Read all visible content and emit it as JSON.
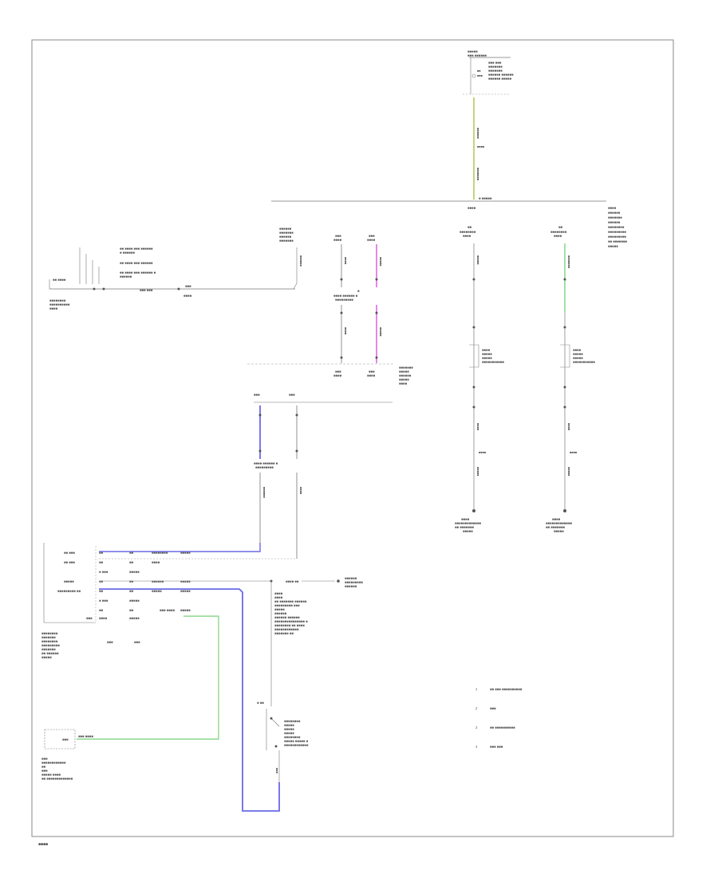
{
  "footer_code": "■■■■",
  "legend": [
    {
      "num": "1",
      "text": "■■ ■■■ ■■■■■■■■■■"
    },
    {
      "num": "2",
      "text": "■■■"
    },
    {
      "num": "3",
      "text": "■■ ■■■■■■■■■■"
    },
    {
      "num": "4",
      "text": "■■■ ■■■"
    }
  ],
  "wire_colors": {
    "yellow_green": "#d4e88a",
    "pink": "#e07de0",
    "blue": "#6a6ae8",
    "green": "#8cd88c",
    "black": "#333333"
  }
}
